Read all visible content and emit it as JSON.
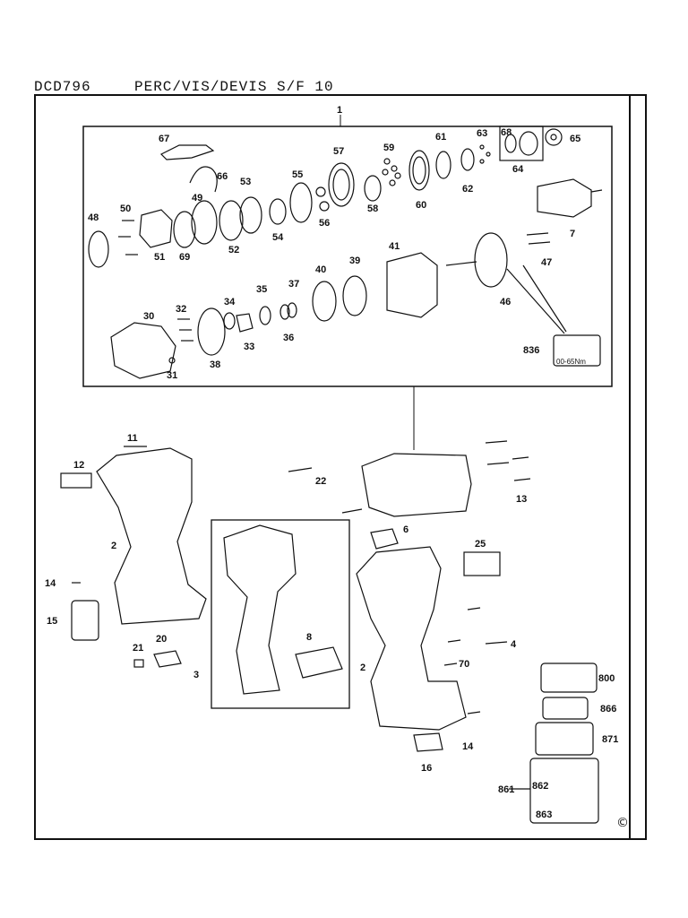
{
  "header": {
    "model": "DCD796",
    "subtitle": "PERC/VIS/DEVIS S/F 10"
  },
  "torque": "00-65Nm",
  "copyright": "©",
  "callouts": [
    {
      "id": "c1",
      "text": "1"
    },
    {
      "id": "c67",
      "text": "67"
    },
    {
      "id": "c57",
      "text": "57"
    },
    {
      "id": "c59",
      "text": "59"
    },
    {
      "id": "c61",
      "text": "61"
    },
    {
      "id": "c63",
      "text": "63"
    },
    {
      "id": "c68",
      "text": "68"
    },
    {
      "id": "c65",
      "text": "65"
    },
    {
      "id": "c64",
      "text": "64"
    },
    {
      "id": "c66",
      "text": "66"
    },
    {
      "id": "c53",
      "text": "53"
    },
    {
      "id": "c55",
      "text": "55"
    },
    {
      "id": "c62",
      "text": "62"
    },
    {
      "id": "c50",
      "text": "50"
    },
    {
      "id": "c49",
      "text": "49"
    },
    {
      "id": "c48",
      "text": "48"
    },
    {
      "id": "c58",
      "text": "58"
    },
    {
      "id": "c60",
      "text": "60"
    },
    {
      "id": "c56",
      "text": "56"
    },
    {
      "id": "c54",
      "text": "54"
    },
    {
      "id": "c52",
      "text": "52"
    },
    {
      "id": "c51",
      "text": "51"
    },
    {
      "id": "c69",
      "text": "69"
    },
    {
      "id": "c7",
      "text": "7"
    },
    {
      "id": "c41",
      "text": "41"
    },
    {
      "id": "c39",
      "text": "39"
    },
    {
      "id": "c40",
      "text": "40"
    },
    {
      "id": "c47",
      "text": "47"
    },
    {
      "id": "c35",
      "text": "35"
    },
    {
      "id": "c37",
      "text": "37"
    },
    {
      "id": "c34",
      "text": "34"
    },
    {
      "id": "c32",
      "text": "32"
    },
    {
      "id": "c30",
      "text": "30"
    },
    {
      "id": "c46",
      "text": "46"
    },
    {
      "id": "c33",
      "text": "33"
    },
    {
      "id": "c36",
      "text": "36"
    },
    {
      "id": "c38",
      "text": "38"
    },
    {
      "id": "c31",
      "text": "31"
    },
    {
      "id": "c836",
      "text": "836"
    },
    {
      "id": "c11",
      "text": "11"
    },
    {
      "id": "c12",
      "text": "12"
    },
    {
      "id": "c22",
      "text": "22"
    },
    {
      "id": "c13",
      "text": "13"
    },
    {
      "id": "c2a",
      "text": "2"
    },
    {
      "id": "c6",
      "text": "6"
    },
    {
      "id": "c25",
      "text": "25"
    },
    {
      "id": "c14a",
      "text": "14"
    },
    {
      "id": "c15",
      "text": "15"
    },
    {
      "id": "c4",
      "text": "4"
    },
    {
      "id": "c2b",
      "text": "2"
    },
    {
      "id": "c21",
      "text": "21"
    },
    {
      "id": "c20",
      "text": "20"
    },
    {
      "id": "c8",
      "text": "8"
    },
    {
      "id": "c70",
      "text": "70"
    },
    {
      "id": "c800",
      "text": "800"
    },
    {
      "id": "c3",
      "text": "3"
    },
    {
      "id": "c866",
      "text": "866"
    },
    {
      "id": "c871",
      "text": "871"
    },
    {
      "id": "c14b",
      "text": "14"
    },
    {
      "id": "c16",
      "text": "16"
    },
    {
      "id": "c861",
      "text": "861"
    },
    {
      "id": "c862",
      "text": "862"
    },
    {
      "id": "c863",
      "text": "863"
    }
  ]
}
